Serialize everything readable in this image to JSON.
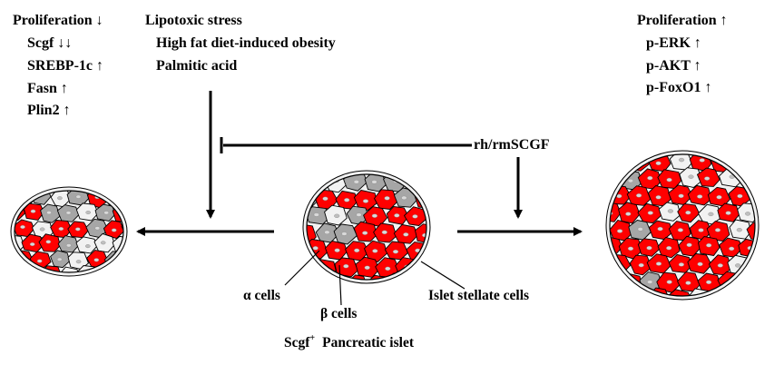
{
  "left_panel": {
    "lines": [
      "Proliferation ↓",
      "Scgf ↓↓",
      "SREBP-1c ↑",
      "Fasn ↑",
      "Plin2 ↑"
    ]
  },
  "stress_panel": {
    "lines": [
      "Lipotoxic stress",
      "High fat diet-induced obesity",
      "Palmitic acid"
    ]
  },
  "right_panel": {
    "lines": [
      "Proliferation ↑",
      "p-ERK ↑",
      "p-AKT ↑",
      "p-FoxO1 ↑"
    ]
  },
  "treatment_label": "rh/rmSCGF",
  "cell_labels": {
    "alpha": "α cells",
    "beta": "β cells",
    "stellate": "Islet stellate cells"
  },
  "caption": {
    "gene": "Scgf",
    "superscript": "+",
    "rest": "Pancreatic  islet"
  },
  "colors": {
    "beta_cell": "#ff0000",
    "alpha_cell": "#a6a6a6",
    "stellate_cell": "#f2f2f2",
    "outline": "#000000"
  }
}
